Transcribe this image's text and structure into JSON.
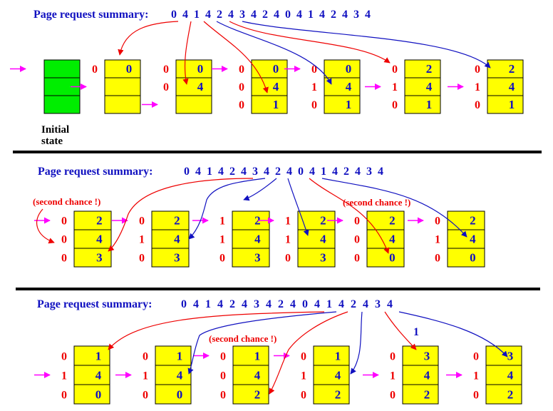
{
  "summary_label": "Page request summary:",
  "sequence": [
    "0",
    "4",
    "1",
    "4",
    "2",
    "4",
    "3",
    "4",
    "2",
    "4",
    "0",
    "4",
    "1",
    "4",
    "2",
    "4",
    "3",
    "4"
  ],
  "colors": {
    "frame_yellow": "#ffff00",
    "frame_green": "#00ee00",
    "pointer": "#ff00ff",
    "ref_bit": "#ee0000",
    "page_number": "#1010c0",
    "arrow_red": "#ee0000",
    "arrow_blue": "#1010c0"
  },
  "initial_label": [
    "Initial",
    "state"
  ],
  "second_chance": "(second chance !)",
  "extra_bit": "1",
  "row1_states": [
    {
      "initial": true,
      "pages": [
        "",
        "",
        ""
      ],
      "bits": [
        "",
        "",
        ""
      ],
      "pointer": 0
    },
    {
      "pages": [
        "0",
        "",
        ""
      ],
      "bits": [
        "0",
        "",
        ""
      ],
      "pointer": 1
    },
    {
      "pages": [
        "0",
        "4",
        ""
      ],
      "bits": [
        "0",
        "0",
        ""
      ],
      "pointer": 2
    },
    {
      "pages": [
        "0",
        "4",
        "1"
      ],
      "bits": [
        "0",
        "0",
        "0"
      ],
      "pointer": 0
    },
    {
      "pages": [
        "0",
        "4",
        "1"
      ],
      "bits": [
        "0",
        "1",
        "0"
      ],
      "pointer": 0
    },
    {
      "pages": [
        "2",
        "4",
        "1"
      ],
      "bits": [
        "0",
        "1",
        "0"
      ],
      "pointer": 1
    },
    {
      "pages": [
        "2",
        "4",
        "1"
      ],
      "bits": [
        "0",
        "1",
        "0"
      ],
      "pointer": 1
    }
  ],
  "row2_states": [
    {
      "pages": [
        "2",
        "4",
        "3"
      ],
      "bits": [
        "0",
        "0",
        "0"
      ],
      "pointer": 0
    },
    {
      "pages": [
        "2",
        "4",
        "3"
      ],
      "bits": [
        "0",
        "1",
        "0"
      ],
      "pointer": 0
    },
    {
      "pages": [
        "2",
        "4",
        "3"
      ],
      "bits": [
        "1",
        "1",
        "0"
      ],
      "pointer": 0
    },
    {
      "pages": [
        "2",
        "4",
        "3"
      ],
      "bits": [
        "1",
        "1",
        "0"
      ],
      "pointer": 0
    },
    {
      "pages": [
        "2",
        "4",
        "0"
      ],
      "bits": [
        "0",
        "0",
        "0"
      ],
      "pointer": 0
    },
    {
      "pages": [
        "2",
        "4",
        "0"
      ],
      "bits": [
        "0",
        "1",
        "0"
      ],
      "pointer": 0
    }
  ],
  "row3_states": [
    {
      "pages": [
        "1",
        "4",
        "0"
      ],
      "bits": [
        "0",
        "1",
        "0"
      ],
      "pointer": 1
    },
    {
      "pages": [
        "1",
        "4",
        "0"
      ],
      "bits": [
        "0",
        "1",
        "0"
      ],
      "pointer": 1
    },
    {
      "pages": [
        "1",
        "4",
        "2"
      ],
      "bits": [
        "0",
        "0",
        "0"
      ],
      "pointer": 0
    },
    {
      "pages": [
        "1",
        "4",
        "2"
      ],
      "bits": [
        "0",
        "1",
        "0"
      ],
      "pointer": 0
    },
    {
      "pages": [
        "3",
        "4",
        "2"
      ],
      "bits": [
        "0",
        "1",
        "0"
      ],
      "pointer": 1
    },
    {
      "pages": [
        "3",
        "4",
        "2"
      ],
      "bits": [
        "0",
        "1",
        "0"
      ],
      "pointer": 1
    }
  ]
}
